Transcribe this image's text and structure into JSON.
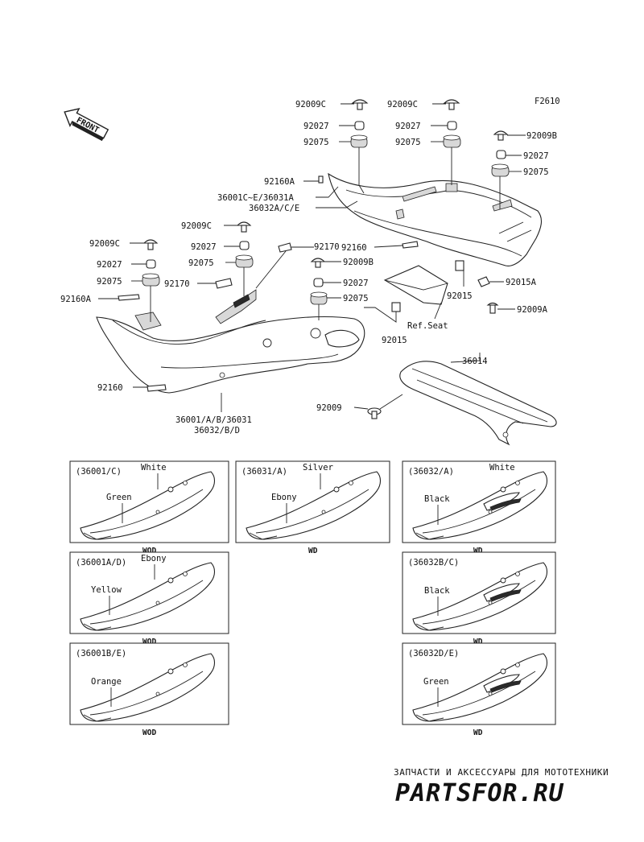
{
  "figure_code": "F2610",
  "front_arrow_label": "FRONT",
  "callouts": {
    "c01": "92009C",
    "c02": "92009C",
    "c03": "92027",
    "c04": "92027",
    "c05": "92075",
    "c06": "92075",
    "c07": "92009B",
    "c08": "92027",
    "c09": "92075",
    "c10": "92160A",
    "c11": "36001C~E/36031A",
    "c12": "36032A/C/E",
    "c13": "92009C",
    "c14": "92027",
    "c15": "92075",
    "c16": "92170",
    "c17": "92160",
    "c18": "92009C",
    "c19": "92027",
    "c20": "92075",
    "c21": "92170",
    "c22": "92160A",
    "c23": "92009B",
    "c24": "92027",
    "c25": "92075",
    "c26": "92015",
    "c27": "92015A",
    "c28": "92009A",
    "c29": "Ref.Seat",
    "c30": "92015",
    "c31": "36014",
    "c32": "92160",
    "c33": "92009",
    "c34": "36001/A/B/36031",
    "c35": "36032/B/D"
  },
  "panels": {
    "p1": {
      "code": "(36001/C)",
      "color_top": "White",
      "color_mid": "Green",
      "variant": "WOD"
    },
    "p2": {
      "code": "(36031/A)",
      "color_top": "Silver",
      "color_mid": "Ebony",
      "variant": "WD"
    },
    "p3": {
      "code": "(36032/A)",
      "color_top": "White",
      "color_mid": "Black",
      "variant": "WD"
    },
    "p4": {
      "code": "(36001A/D)",
      "color_top": "Ebony",
      "color_mid": "Yellow",
      "variant": "WOD"
    },
    "p5": {
      "code": "(36032B/C)",
      "color_top": "",
      "color_mid": "Black",
      "variant": "WD"
    },
    "p6": {
      "code": "(36001B/E)",
      "color_top": "",
      "color_mid": "Orange",
      "variant": "WOD"
    },
    "p7": {
      "code": "(36032D/E)",
      "color_top": "",
      "color_mid": "Green",
      "variant": "WD"
    }
  },
  "watermark": {
    "tagline": "ЗАПЧАСТИ И АКСЕССУАРЫ ДЛЯ МОТОТЕХНИКИ",
    "brand": "PARTSFOR.RU",
    "color": "#e88f96"
  }
}
